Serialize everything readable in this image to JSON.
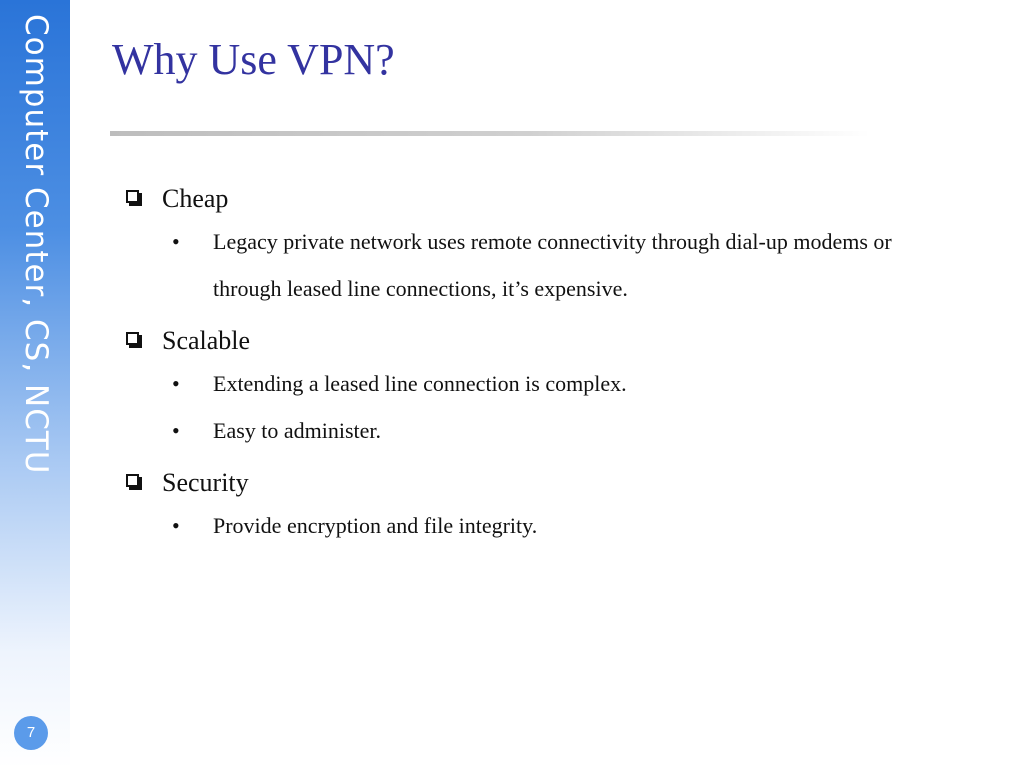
{
  "sidebar": {
    "label": "Computer Center, CS, NCTU"
  },
  "slide": {
    "title": "Why Use VPN?",
    "page_number": "7"
  },
  "bullets": [
    {
      "label": "Cheap",
      "subitems": [
        "Legacy private network uses remote connectivity through dial-up modems or through leased line connections, it’s expensive."
      ]
    },
    {
      "label": "Scalable",
      "subitems": [
        "Extending a leased line connection is complex.",
        "Easy to administer."
      ]
    },
    {
      "label": "Security",
      "subitems": [
        "Provide encryption and file integrity."
      ]
    }
  ],
  "icons": {
    "level1_marker": "checkbox-bullet-icon",
    "level2_marker": "bullet-dot-icon"
  },
  "colors": {
    "title": "#3333a0",
    "sidebar_top": "#2a74d8",
    "page_badge": "#5b9bea"
  }
}
